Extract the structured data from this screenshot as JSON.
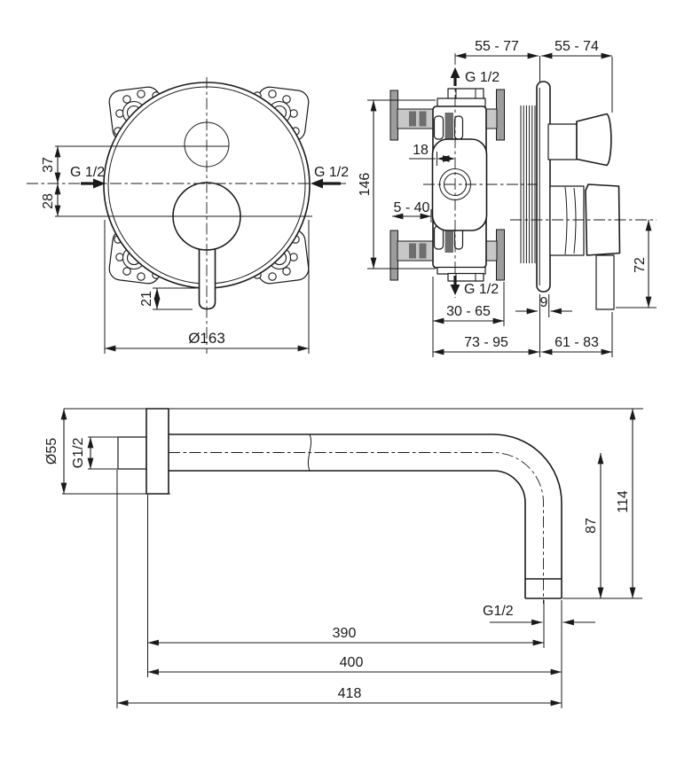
{
  "colors": {
    "line": "#1a1a1a",
    "wall-light": "#c7c7c7",
    "wall-mid": "#9d9d9d",
    "hatch-dark": "#6e6e6e"
  },
  "front_view": {
    "labels": {
      "g_left": "G 1/2",
      "g_right": "G 1/2"
    },
    "dims": {
      "diverter_offset": "37",
      "inlet_offset": "28",
      "lever_clearance": "21",
      "plate_diameter": "Ø163"
    }
  },
  "side_view": {
    "labels": {
      "g_top": "G 1/2",
      "g_bottom": "G 1/2"
    },
    "dims": {
      "recess_depth": "55 - 77",
      "protrusion": "55 - 74",
      "body_height": "146",
      "center_offset": "18",
      "plaster_range": "5 - 40",
      "rough_depth": "30 - 65",
      "plate_thickness": "9",
      "total_depth": "73 - 95",
      "handle_protrusion": "61 - 83",
      "lever_drop": "72"
    }
  },
  "spout_view": {
    "labels": {
      "inlet_thread": "G1/2",
      "outlet_thread": "G1/2"
    },
    "dims": {
      "flange_diameter": "Ø55",
      "outlet_drop": "87",
      "total_drop": "114",
      "reach_center": "390",
      "reach_edge": "400",
      "total_length": "418"
    }
  }
}
